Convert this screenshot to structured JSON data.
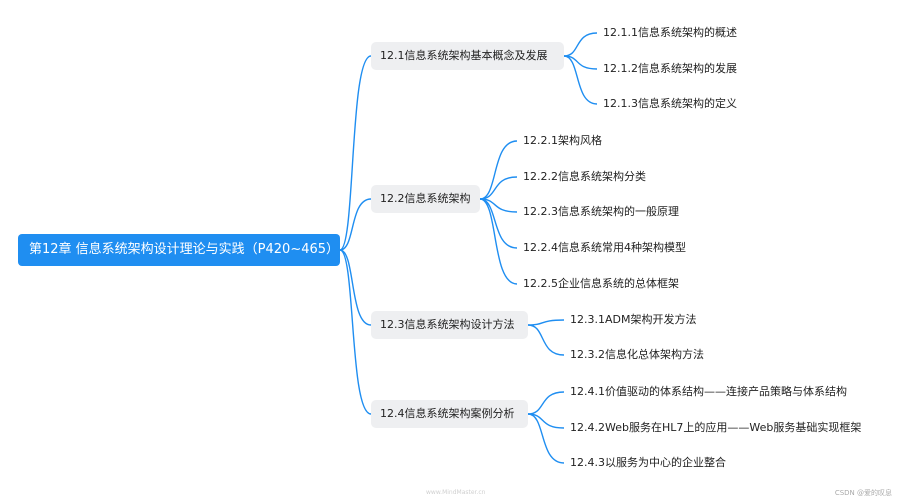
{
  "root": {
    "label": "第12章 信息系统架构设计理论与实践（P420~465）"
  },
  "line_color": "#1f8ef1",
  "branches": [
    {
      "label": "12.1信息系统架构基本概念及发展",
      "children": [
        "12.1.1信息系统架构的概述",
        "12.1.2信息系统架构的发展",
        "12.1.3信息系统架构的定义"
      ]
    },
    {
      "label": "12.2信息系统架构",
      "children": [
        "12.2.1架构风格",
        "12.2.2信息系统架构分类",
        "12.2.3信息系统架构的一般原理",
        "12.2.4信息系统常用4种架构模型",
        "12.2.5企业信息系统的总体框架"
      ]
    },
    {
      "label": "12.3信息系统架构设计方法",
      "children": [
        "12.3.1ADM架构开发方法",
        "12.3.2信息化总体架构方法"
      ]
    },
    {
      "label": "12.4信息系统架构案例分析",
      "children": [
        "12.4.1价值驱动的体系结构——连接产品策略与体系结构",
        "12.4.2Web服务在HL7上的应用——Web服务基础实现框架",
        "12.4.3以服务为中心的企业整合"
      ]
    }
  ],
  "footer": {
    "left_text": "www.MindMaster.cn",
    "watermark": "CSDN @爱的叹息"
  }
}
